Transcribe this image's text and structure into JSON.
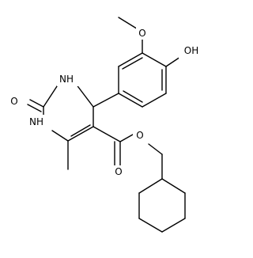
{
  "molecule": {
    "atom_labels": {
      "methoxy_oxygen": "O",
      "hydroxyl": "OH",
      "ring_nh_upper": "NH",
      "ring_nh_lower": "NH",
      "carbonyl_oxygen_urea": "O",
      "ester_oxygen": "O",
      "ester_carbonyl_oxygen": "O"
    }
  }
}
